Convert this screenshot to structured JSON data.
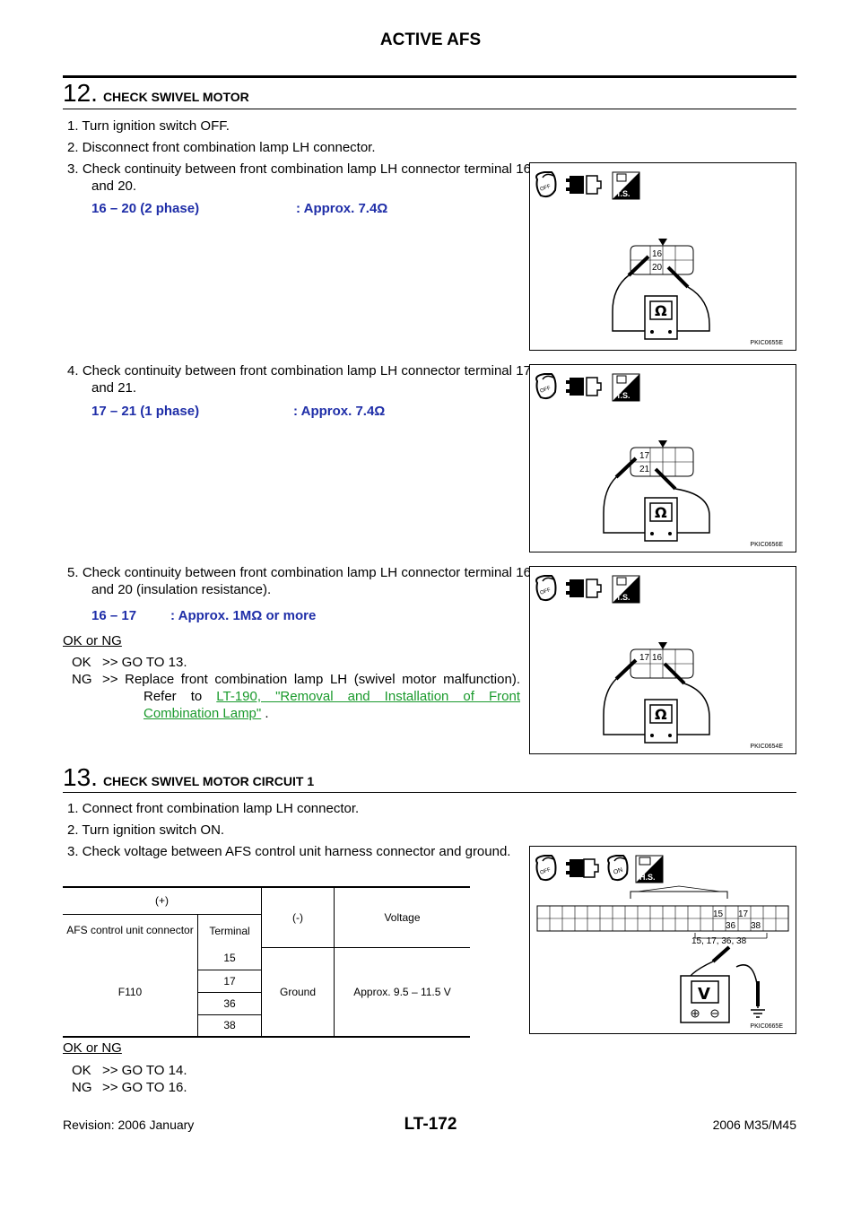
{
  "header": {
    "title": "ACTIVE AFS"
  },
  "step12": {
    "num": "12.",
    "title": "CHECK SWIVEL MOTOR",
    "items": [
      "1. Turn ignition switch OFF.",
      "2. Disconnect front combination lamp LH connector."
    ],
    "item3": "3. Check continuity between front combination lamp LH connector terminal 16 and 20.",
    "spec1": "16 – 20 (2 phase)",
    "spec1_val": ": Approx. 7.4Ω",
    "item4": "4. Check continuity between front combination lamp LH connector terminal 17 and 21.",
    "spec2": "17 – 21 (1 phase)",
    "spec2_val": ": Approx. 7.4Ω",
    "item5": "5. Check continuity between front combination lamp LH connector terminal 16 and 20 (insulation resistance).",
    "spec3": "16 – 17",
    "spec3_val": ": Approx. 1MΩ or more",
    "okng": "OK or NG",
    "ok_key": "OK",
    "ok_text": ">> GO TO 13.",
    "ng_key": "NG",
    "ng_text": ">> Replace front combination lamp LH (swivel motor malfunction). Refer to",
    "ng_link": "LT-190, \"Removal and Installation of Front Combination Lamp\"",
    "ng_tail": "."
  },
  "step13": {
    "num": "13.",
    "title": "CHECK SWIVEL MOTOR CIRCUIT 1",
    "items": [
      "1. Connect front combination lamp LH connector.",
      "2. Turn ignition switch ON."
    ],
    "item3": "3. Check voltage between AFS control unit harness connector and ground.",
    "table": {
      "plus": "(+)",
      "minus": "(-)",
      "voltage": "Voltage",
      "conn_hdr": "AFS control unit connector",
      "term_hdr": "Terminal",
      "connector": "F110",
      "terminals": [
        "15",
        "17",
        "36",
        "38"
      ],
      "ground": "Ground",
      "value": "Approx. 9.5 – 11.5 V"
    },
    "okng": "OK or NG",
    "ok_key": "OK",
    "ok_text": ">> GO TO 14.",
    "ng_key": "NG",
    "ng_text": ">> GO TO 16."
  },
  "figures": [
    {
      "code": "PKIC0655E",
      "t1": "16",
      "t2": "20"
    },
    {
      "code": "PKIC0656E",
      "t1": "17",
      "t2": "21"
    },
    {
      "code": "PKIC0654E",
      "t1": "17",
      "t2": "16"
    },
    {
      "code": "PKIC0665E",
      "top": [
        "15",
        "17"
      ],
      "bottom": [
        "36",
        "38"
      ],
      "label": "15, 17, 36, 38"
    }
  ],
  "icons": {
    "off": "OFF",
    "on": "ON",
    "ts": "T.S.",
    "hs": "H.S.",
    "ohm": "Ω",
    "volt": "V"
  },
  "footer": {
    "page": "LT-172",
    "revision": "Revision: 2006 January",
    "model": "2006 M35/M45"
  }
}
